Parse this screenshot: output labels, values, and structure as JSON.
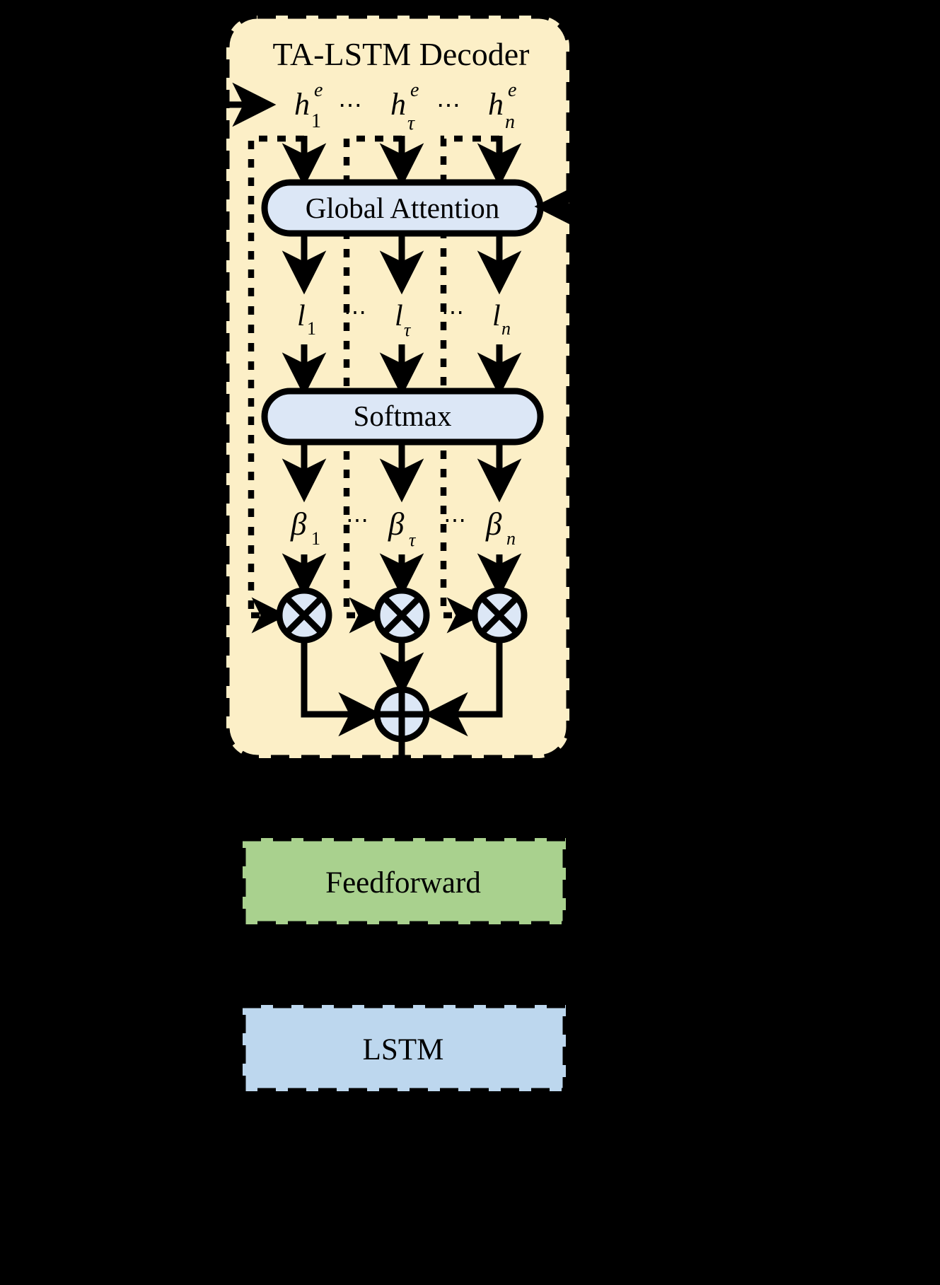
{
  "diagram": {
    "title": "TA-LSTM Decoder architecture block diagram",
    "background_color": "#000000"
  },
  "colors": {
    "decoder_fill": "#FCEFC7",
    "decoder_stroke": "#000000",
    "attention_fill": "#DCE7F6",
    "softmax_fill": "#DCE7F6",
    "operator_fill": "#DCE7F6",
    "feedforward_fill": "#A9D18E",
    "lstm_fill": "#BDD7EE",
    "stroke": "#000000"
  },
  "decoder": {
    "title": "TA-LSTM Decoder",
    "encoder_states": [
      {
        "base": "h",
        "sup": "e",
        "sub": "1"
      },
      {
        "base": "h",
        "sup": "e",
        "sub": "τ"
      },
      {
        "base": "h",
        "sup": "e",
        "sub": "n"
      }
    ],
    "ellipsis": "⋯",
    "attention_block": {
      "label": "Global Attention"
    },
    "logits": [
      {
        "base": "l",
        "sub": "1"
      },
      {
        "base": "l",
        "sub": "τ"
      },
      {
        "base": "l",
        "sub": "n"
      }
    ],
    "softmax_block": {
      "label": "Softmax"
    },
    "weights": [
      {
        "base": "β",
        "sub": "1"
      },
      {
        "base": "β",
        "sub": "τ"
      },
      {
        "base": "β",
        "sub": "n"
      }
    ],
    "multiply_operator": {
      "symbol": "⊗",
      "name": "multiply"
    },
    "sum_operator": {
      "symbol": "⊕",
      "name": "sum"
    }
  },
  "blocks": [
    {
      "id": "feedforward",
      "label": "Feedforward",
      "fill": "#A9D18E"
    },
    {
      "id": "lstm",
      "label": "LSTM",
      "fill": "#BDD7EE"
    }
  ]
}
